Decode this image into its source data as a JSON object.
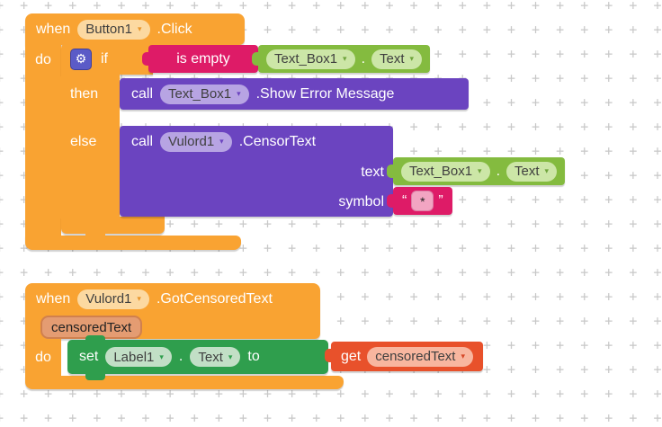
{
  "grid": {
    "plus": "+"
  },
  "icons": {
    "dropdown_arrow": "▾",
    "gear": "⚙"
  },
  "colors": {
    "orange": "#F9A332",
    "pill_tan": "#FCD9A1",
    "magenta": "#DE1B67",
    "magenta_field": "#F2A5C2",
    "magenta_field_border": "#DC7FA6",
    "green": "#84BB3F",
    "green_pill": "#CCE6A7",
    "purple": "#6B44C0",
    "purple_pill": "#B7A4E3",
    "set_green": "#2F9E4D",
    "set_pill": "#C2DFC6",
    "red": "#E8512B",
    "red_pill": "#F8B69F",
    "badge": "#E49C72",
    "badge_border": "#D0804E",
    "gear": "#5B5BC7",
    "gear_border": "#40409A",
    "grid": "#C8C8C8",
    "pill_text": "#3F3F3F",
    "arrow_orange": "#E8962C",
    "arrow_green": "#6FA43C",
    "arrow_purple": "#6B44C0",
    "arrow_set": "#2F9E4D",
    "arrow_red": "#D64727"
  },
  "stack1": {
    "when_label": "when",
    "component_dropdown": "Button1",
    "event_suffix": ".Click",
    "do_label": "do",
    "if_label": "if",
    "then_label": "then",
    "else_label": "else",
    "is_empty_label": "is empty",
    "textbox_getter": {
      "component": "Text_Box1",
      "dot": ".",
      "property": "Text"
    },
    "show_error_call": {
      "call_label": "call",
      "component": "Text_Box1",
      "method_suffix": ".Show Error Message"
    },
    "censor_call": {
      "call_label": "call",
      "component": "Vulord1",
      "method_suffix": ".CensorText",
      "text_param_label": "text",
      "symbol_param_label": "symbol"
    },
    "symbol_string": {
      "open_quote": "“",
      "value": "*",
      "close_quote": "”"
    }
  },
  "stack2": {
    "when_label": "when",
    "component_dropdown": "Vulord1",
    "event_suffix": ".GotCensoredText",
    "param_badge": "censoredText",
    "do_label": "do",
    "label_setter": {
      "set_label": "set",
      "component": "Label1",
      "dot": ".",
      "property": "Text",
      "to_label": "to"
    },
    "var_getter": {
      "get_label": "get",
      "var_name": "censoredText"
    }
  }
}
